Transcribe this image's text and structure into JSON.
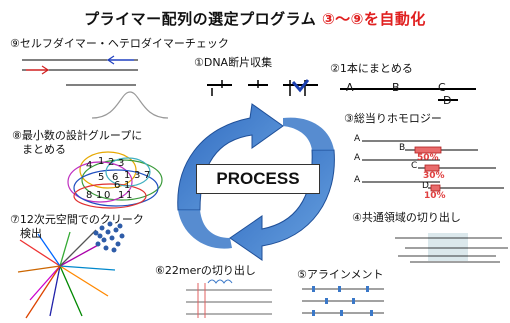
{
  "title": {
    "main": "プライマー配列の選定プログラム",
    "highlight": "③〜⑨を自動化"
  },
  "center": {
    "label": "PROCESS"
  },
  "steps": [
    {
      "label": "①DNA断片収集"
    },
    {
      "label": "②1本にまとめる",
      "letters": [
        "A",
        "B",
        "C",
        "D"
      ]
    },
    {
      "label": "③総当りホモロジー",
      "letters": [
        "A",
        "B",
        "A",
        "C",
        "A",
        "D"
      ],
      "percents": [
        "50%",
        "30%",
        "10%"
      ]
    },
    {
      "label": "④共通領域の切り出し"
    },
    {
      "label": "⑤アラインメント"
    },
    {
      "label": "⑥22merの切り出し"
    },
    {
      "label_line1": "⑦12次元空間でのクリーク",
      "label_line2": "検出"
    },
    {
      "label_line1": "⑧最小数の設計グループに",
      "label_line2": "まとめる",
      "numbers": [
        "4",
        "1",
        "2",
        "3",
        "5",
        "6",
        "1",
        "3",
        "7",
        "6",
        "1",
        "8",
        "1",
        "0",
        "1",
        "1"
      ]
    },
    {
      "label": "⑨セルフダイマー・ヘテロダイマーチェック"
    }
  ],
  "colors": {
    "accent": "#e02020",
    "arrow_blue": "#3a78c8",
    "arrow_dark": "#1f4f98"
  }
}
